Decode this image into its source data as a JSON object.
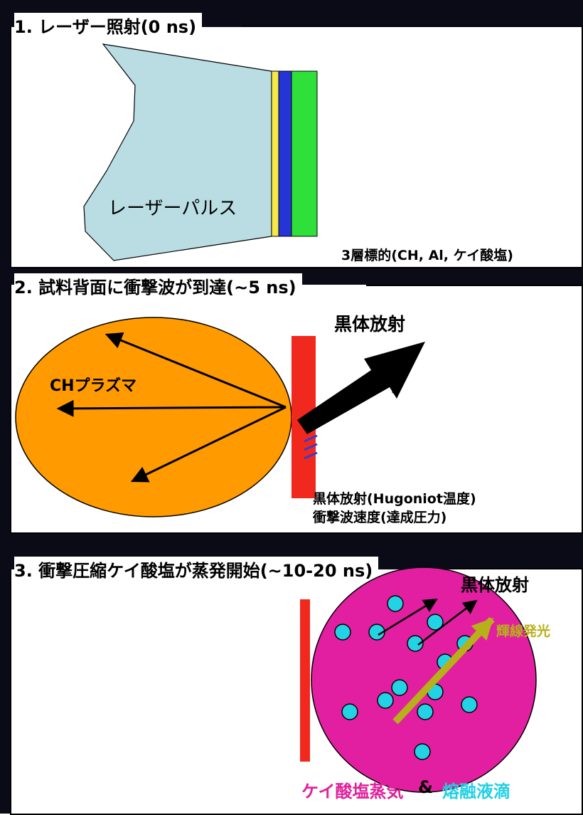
{
  "panel1": {
    "title": "1. レーザー照射(0 ns)",
    "pulse_label": "レーザーパルス",
    "target_label": "3層標的(CH, Al, ケイ酸塩)"
  },
  "panel2": {
    "title": "2. 試料背面に衝撃波が到達(~5 ns)",
    "plasma_label": "CHプラズマ",
    "blackbody_label": "黒体放射",
    "measure_line1": "黒体放射(Hugoniot温度)",
    "measure_line2": "衝撃波速度(達成圧力)"
  },
  "panel3": {
    "title": "3. 衝撃圧縮ケイ酸塩が蒸発開始(~10-20 ns)",
    "blackbody_label": "黒体放射",
    "emission_label": "輝線発光",
    "vapor_label": "ケイ酸塩蒸気",
    "amp": "&",
    "droplet_label": "熔融液滴"
  },
  "colors": {
    "laser_pulse": "#b9dde3",
    "layer_ch": "#f7e84a",
    "layer_al": "#2434d6",
    "layer_silicate": "#2fe03a",
    "plasma": "#ff9a00",
    "target_red": "#f0281e",
    "vapor": "#e21fa0",
    "droplet": "#22d3e6",
    "emission": "#b8b01a",
    "vapor_text": "#e0209c",
    "droplet_text": "#22d0e4"
  }
}
